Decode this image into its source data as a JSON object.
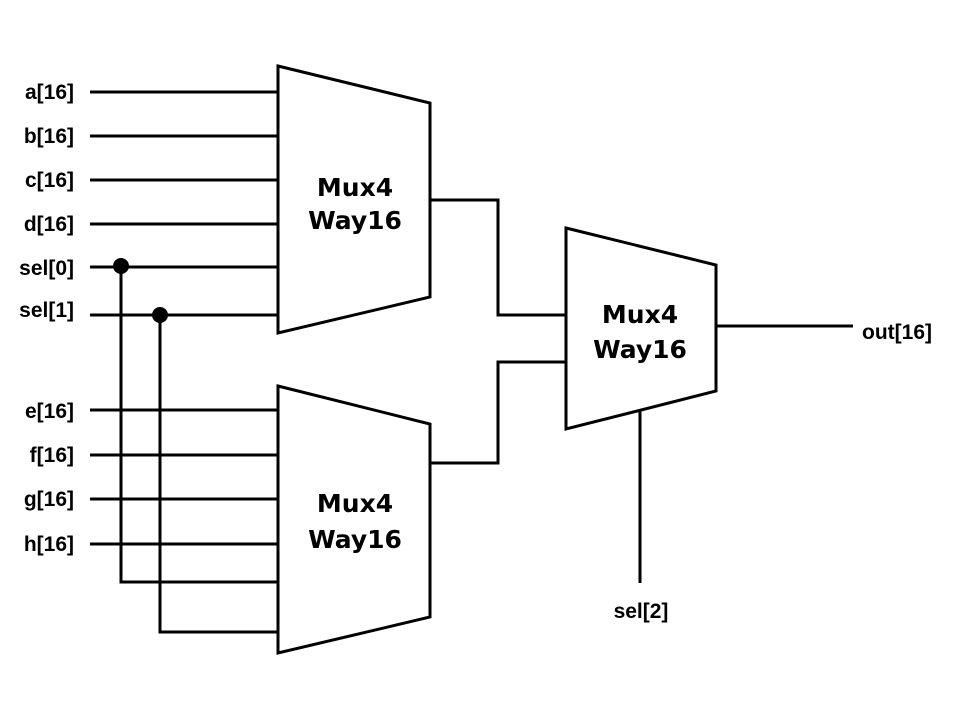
{
  "inputs": {
    "a": "a[16]",
    "b": "b[16]",
    "c": "c[16]",
    "d": "d[16]",
    "sel0": "sel[0]",
    "sel1": "sel[1]",
    "e": "e[16]",
    "f": "f[16]",
    "g": "g[16]",
    "h": "h[16]",
    "sel2": "sel[2]"
  },
  "outputs": {
    "out": "out[16]"
  },
  "muxes": {
    "top": {
      "line1": "Mux4",
      "line2": "Way16"
    },
    "bottom": {
      "line1": "Mux4",
      "line2": "Way16"
    },
    "final": {
      "line1": "Mux4",
      "line2": "Way16"
    }
  },
  "colors": {
    "stroke": "#000000",
    "background": "#ffffff"
  }
}
